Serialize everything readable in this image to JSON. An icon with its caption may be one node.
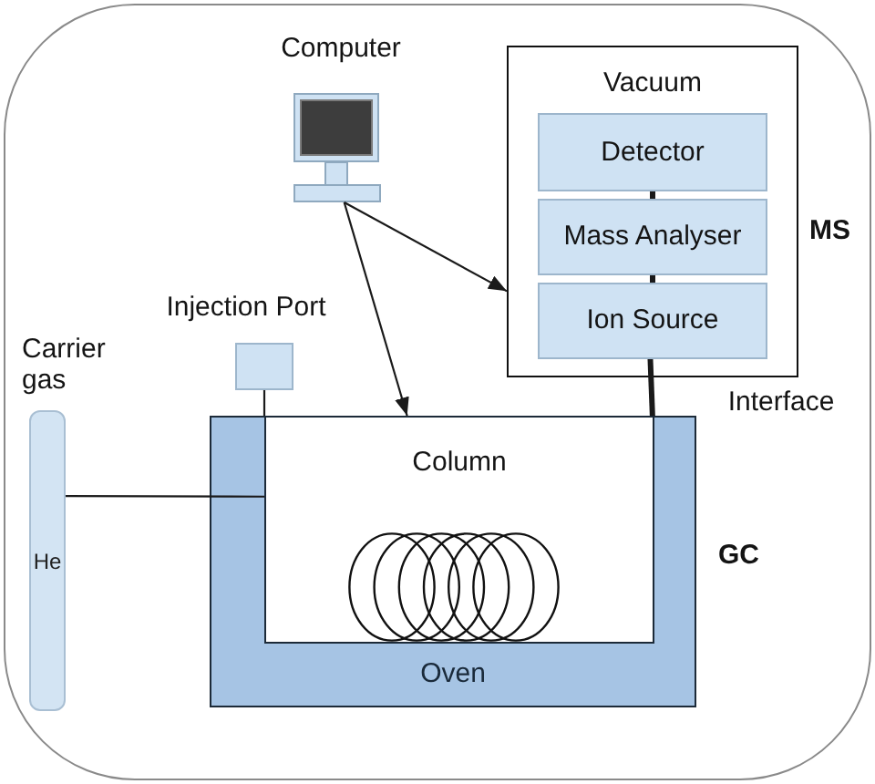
{
  "diagram": {
    "nodes": [
      {
        "text": [
          "Computer"
        ]
      },
      {
        "text": [
          "Vacuum"
        ],
        "beside": [
          "MS"
        ]
      },
      {
        "text": [
          "Detector"
        ],
        "in": 1
      },
      {
        "text": [
          "Mass Analyser"
        ],
        "in": 1
      },
      {
        "text": [
          "Ion Source"
        ],
        "in": 1
      },
      {
        "text": [
          "Injection Port"
        ]
      },
      {
        "text": [
          "Carrier gas",
          "He"
        ]
      },
      {
        "text": [
          "Oven"
        ],
        "beside": [
          "GC"
        ]
      },
      {
        "text": [
          "Column"
        ],
        "in": 7
      }
    ],
    "edges": [
      {
        "from": 0,
        "to": 8,
        "arrow": "to"
      },
      {
        "from": 0,
        "to": 1,
        "arrow": "to"
      },
      {
        "from": 2,
        "to": 3,
        "arrow": "none",
        "style": "thick"
      },
      {
        "from": 3,
        "to": 4,
        "arrow": "none",
        "style": "thick"
      },
      {
        "from": 4,
        "to": 8,
        "arrow": "none",
        "style": "thick",
        "label": "Interface"
      },
      {
        "from": 5,
        "to": 8,
        "arrow": "none"
      },
      {
        "from": 6,
        "to": 8,
        "arrow": "none"
      }
    ]
  }
}
